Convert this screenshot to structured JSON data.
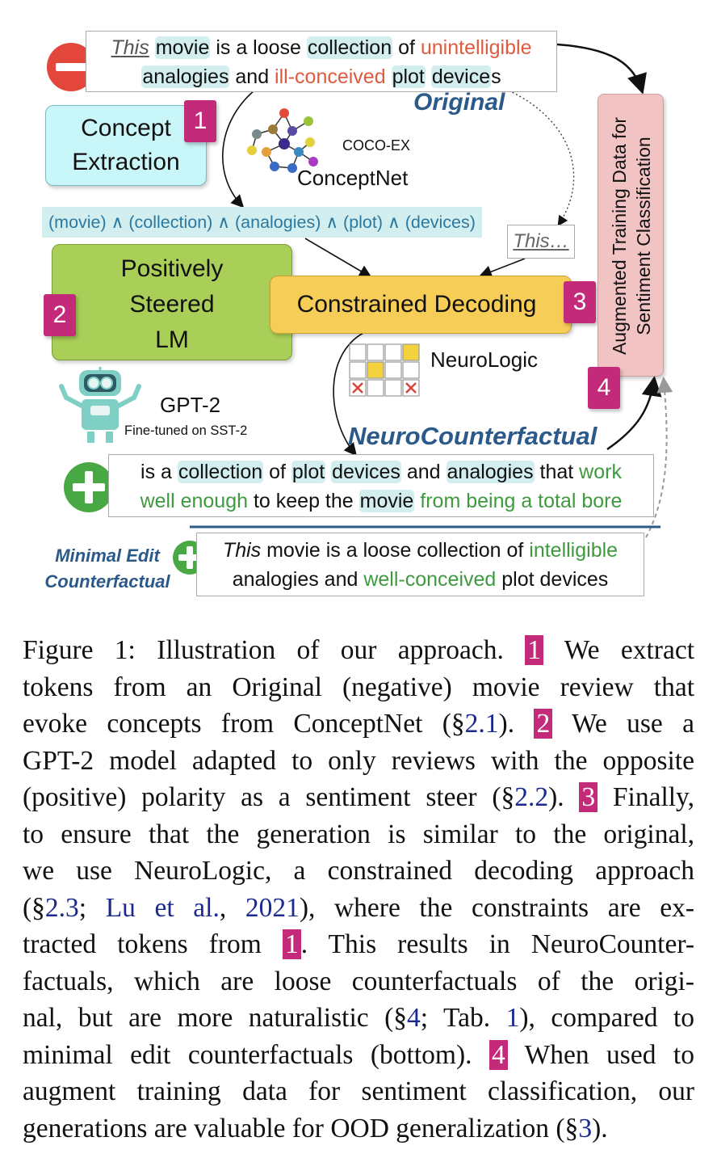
{
  "figure": {
    "original_label": "Original",
    "original_review": {
      "line1": [
        {
          "t": "This",
          "s": "u"
        },
        {
          "t": " "
        },
        {
          "t": "movie",
          "s": "hl"
        },
        {
          "t": " is a loose "
        },
        {
          "t": "collection",
          "s": "hl"
        },
        {
          "t": " of "
        },
        {
          "t": "unintelligible",
          "s": "red"
        }
      ],
      "line2": [
        {
          "t": "analogies",
          "s": "hl"
        },
        {
          "t": " and "
        },
        {
          "t": "ill-conceived",
          "s": "red"
        },
        {
          "t": " "
        },
        {
          "t": "plot",
          "s": "hl"
        },
        {
          "t": " "
        },
        {
          "t": "device",
          "s": "hl"
        },
        {
          "t": "s"
        }
      ]
    },
    "concept_extraction": "Concept Extraction",
    "step_numbers": [
      "1",
      "2",
      "3",
      "4"
    ],
    "coco_ex": "COCO-EX",
    "conceptnet": "ConceptNet",
    "concept_tokens": "(movie) ∧ (collection) ∧ (analogies) ∧ (plot) ∧ (devices)",
    "this_prefix": "This…",
    "steered_lm": [
      "Positively",
      "Steered",
      "LM"
    ],
    "constrained_decoding": "Constrained Decoding",
    "neurologic": "NeuroLogic",
    "gpt2": "GPT-2",
    "gpt2_sub": "Fine-tuned on SST-2",
    "augmented": [
      "Augmented Training Data for",
      "Sentiment Classification"
    ],
    "neurocounterfactual_label": "NeuroCounterfactual",
    "generated_review": {
      "line1": [
        {
          "t": "is a "
        },
        {
          "t": "collection",
          "s": "hl"
        },
        {
          "t": " of "
        },
        {
          "t": "plot",
          "s": "hl"
        },
        {
          "t": " "
        },
        {
          "t": "devices",
          "s": "hl"
        },
        {
          "t": " and "
        },
        {
          "t": "analogies",
          "s": "hl"
        },
        {
          "t": " that "
        },
        {
          "t": "work",
          "s": "green"
        }
      ],
      "line2": [
        {
          "t": "well enough",
          "s": "green"
        },
        {
          "t": " to keep the "
        },
        {
          "t": "movie",
          "s": "hl"
        },
        {
          "t": " "
        },
        {
          "t": "from being a total bore",
          "s": "green"
        }
      ]
    },
    "minimal_edit_label": [
      "Minimal Edit",
      "Counterfactual"
    ],
    "minimal_review": {
      "line1": [
        {
          "t": "This",
          "s": "it"
        },
        {
          "t": " movie is a loose collection of "
        },
        {
          "t": "intelligible",
          "s": "green"
        }
      ],
      "line2": [
        {
          "t": "analogies and "
        },
        {
          "t": "well-conceived",
          "s": "green"
        },
        {
          "t": " plot  devices"
        }
      ]
    }
  },
  "caption": {
    "lines": [
      [
        {
          "t": "Figure 1:  Illustration of our approach.  "
        },
        {
          "t": "1",
          "s": "cnum"
        },
        {
          "t": " We extract"
        }
      ],
      [
        {
          "t": "tokens from an Original (negative) movie review that"
        }
      ],
      [
        {
          "t": "evoke concepts from ConceptNet (§"
        },
        {
          "t": "2.1",
          "s": "link"
        },
        {
          "t": ").  "
        },
        {
          "t": "2",
          "s": "cnum"
        },
        {
          "t": " We use a"
        }
      ],
      [
        {
          "t": "GPT-2 model adapted to only reviews with the opposite"
        }
      ],
      [
        {
          "t": "(positive) polarity as a sentiment steer (§"
        },
        {
          "t": "2.2",
          "s": "link"
        },
        {
          "t": "). "
        },
        {
          "t": "3",
          "s": "cnum"
        },
        {
          "t": " Finally,"
        }
      ],
      [
        {
          "t": "to ensure that the generation is similar to the original,"
        }
      ],
      [
        {
          "t": "we use NeuroLogic, a constrained decoding approach"
        }
      ],
      [
        {
          "t": "(§"
        },
        {
          "t": "2.3",
          "s": "link"
        },
        {
          "t": "; "
        },
        {
          "t": "Lu et al.",
          "s": "link"
        },
        {
          "t": ", "
        },
        {
          "t": "2021",
          "s": "link"
        },
        {
          "t": "), where the constraints are ex-"
        }
      ],
      [
        {
          "t": "tracted tokens from "
        },
        {
          "t": "1",
          "s": "cnum"
        },
        {
          "t": ".  This results in NeuroCounter-"
        }
      ],
      [
        {
          "t": "factuals, which are loose counterfactuals of the origi-"
        }
      ],
      [
        {
          "t": "nal, but are more naturalistic (§"
        },
        {
          "t": "4",
          "s": "link"
        },
        {
          "t": "; Tab. "
        },
        {
          "t": "1",
          "s": "link"
        },
        {
          "t": "), compared to"
        }
      ],
      [
        {
          "t": "minimal edit counterfactuals (bottom). "
        },
        {
          "t": "4",
          "s": "cnum"
        },
        {
          "t": " When used to"
        }
      ],
      [
        {
          "t": "augment training data for sentiment classification, our"
        }
      ],
      [
        {
          "t": "generations are valuable for OOD generalization (§"
        },
        {
          "t": "3",
          "s": "link"
        },
        {
          "t": ")."
        }
      ]
    ]
  },
  "colors": {
    "concept_box": "#c9f6f8",
    "lm_box": "#a9cf58",
    "decoding_box": "#f6cd56",
    "augmented_box": "#f2c3c3",
    "step_badge": "#c42a7a",
    "minus_circle": "#e3463a",
    "plus_circle": "#47a844"
  }
}
